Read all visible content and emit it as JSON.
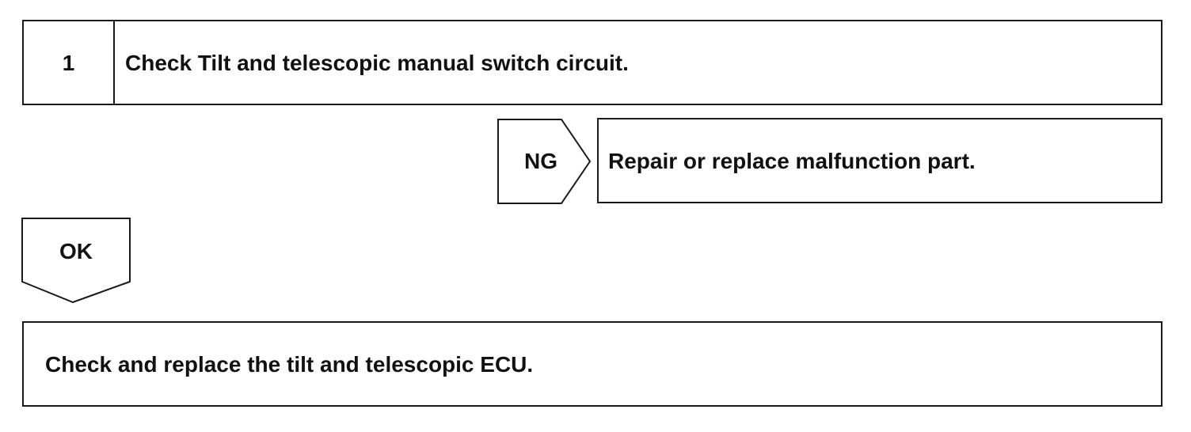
{
  "step": {
    "number": "1",
    "title": "Check Tilt and telescopic manual switch circuit."
  },
  "ng_branch": {
    "label": "NG",
    "result": "Repair or replace malfunction part."
  },
  "ok_branch": {
    "label": "OK"
  },
  "final_step": {
    "text": "Check and replace the tilt and telescopic ECU."
  },
  "colors": {
    "line": "#1a1a1a",
    "background": "#ffffff",
    "text": "#111111"
  }
}
